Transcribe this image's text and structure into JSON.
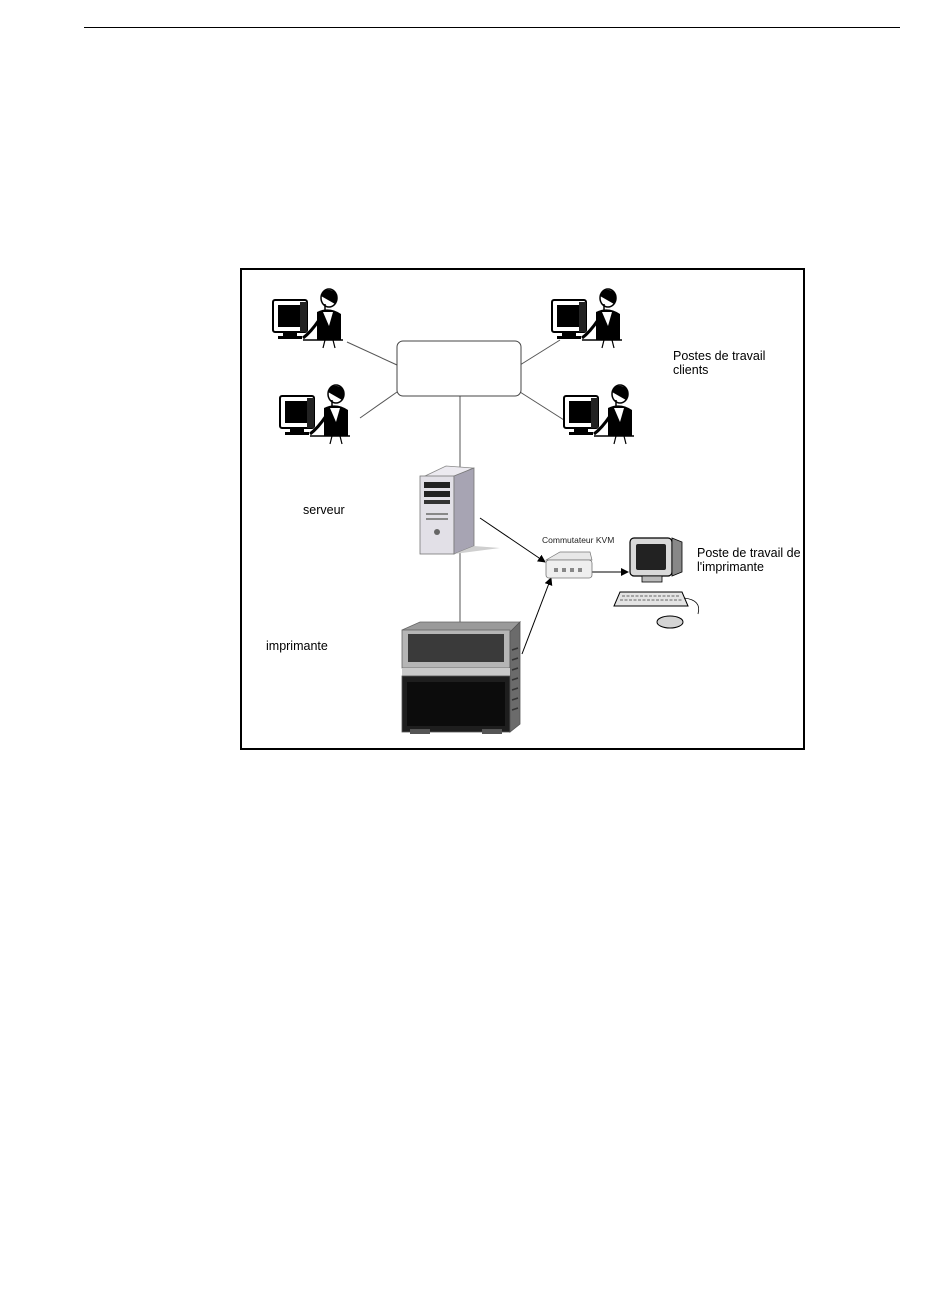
{
  "diagram": {
    "labels": {
      "clients": [
        "Postes de travail",
        "clients"
      ],
      "server": "serveur",
      "printer": "imprimante",
      "kvm": "Commutateur KVM",
      "printer_station": [
        "Poste de travail de",
        "l'imprimante"
      ]
    },
    "colors": {
      "frame": "#000000",
      "line": "#555555",
      "printer_body": "#2a2a2a",
      "server_body": "#d9d7df",
      "hub_fill": "#ffffff"
    },
    "icons": {
      "workstation": "person-at-computer-icon",
      "server": "tower-server-icon",
      "printer": "3d-printer-icon",
      "kvm": "kvm-switch-icon",
      "printer_station": "desktop-computer-icon",
      "hub": "network-hub-box"
    }
  }
}
